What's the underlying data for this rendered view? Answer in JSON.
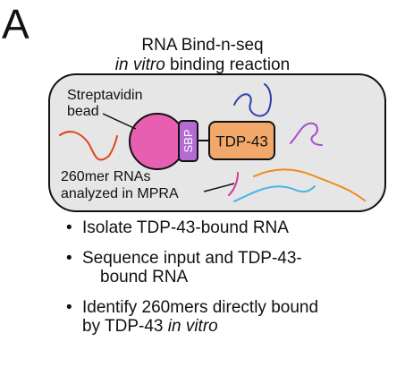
{
  "panel_label": "A",
  "title": {
    "line1": "RNA Bind-n-seq",
    "line2_italic": "in vitro",
    "line2_rest": " binding reaction"
  },
  "labels": {
    "bead_line1": "Streptavidin",
    "bead_line2": "bead",
    "sbp": "SBP",
    "protein": "TDP-43",
    "rnas_line1": "260mer RNAs",
    "rnas_line2": "analyzed in MPRA"
  },
  "colors": {
    "container_fill": "#e6e6e6",
    "bead": "#e85fb2",
    "sbp": "#b46ad3",
    "protein": "#f2a86b",
    "rna_red": "#e0461e",
    "rna_navy": "#2d3fae",
    "rna_purple": "#a54ccf",
    "rna_magenta": "#d8359f",
    "rna_cyan": "#48b4e4",
    "rna_orange": "#ef8a1e"
  },
  "bullets": {
    "b1": "Isolate TDP-43-bound RNA",
    "b2_line1": "Sequence input and TDP-43-",
    "b2_line2": "bound RNA",
    "b3_line1": "Identify 260mers directly bound",
    "b3_line2_a": "by TDP-43 ",
    "b3_line2_italic": "in vitro"
  }
}
